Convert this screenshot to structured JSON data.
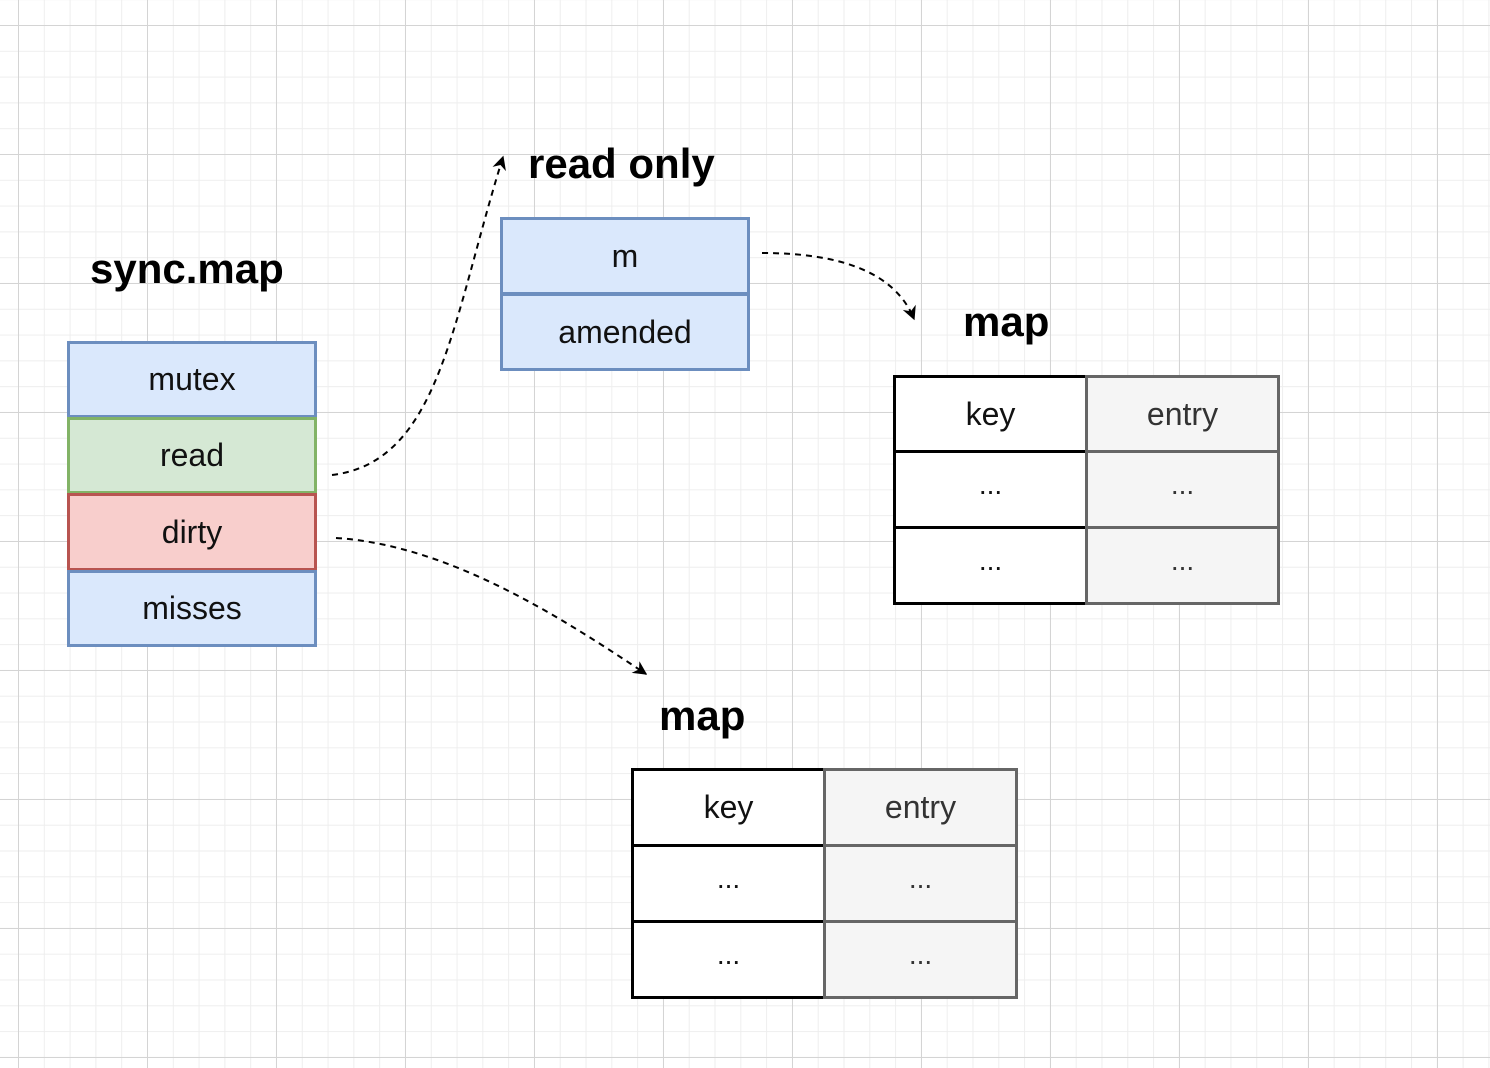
{
  "sync_map": {
    "title": "sync.map",
    "fields": [
      "mutex",
      "read",
      "dirty",
      "misses"
    ],
    "colors": {
      "mutex": "#dae8fc",
      "read": "#d5e8d4",
      "dirty": "#f8cecc",
      "misses": "#dae8fc"
    }
  },
  "read_only": {
    "title": "read only",
    "fields": [
      "m",
      "amended"
    ]
  },
  "read_map": {
    "title": "map",
    "header": {
      "key": "key",
      "entry": "entry"
    },
    "rows": [
      {
        "key": "...",
        "entry": "..."
      },
      {
        "key": "...",
        "entry": "..."
      }
    ]
  },
  "dirty_map": {
    "title": "map",
    "header": {
      "key": "key",
      "entry": "entry"
    },
    "rows": [
      {
        "key": "...",
        "entry": "..."
      },
      {
        "key": "...",
        "entry": "..."
      }
    ]
  }
}
